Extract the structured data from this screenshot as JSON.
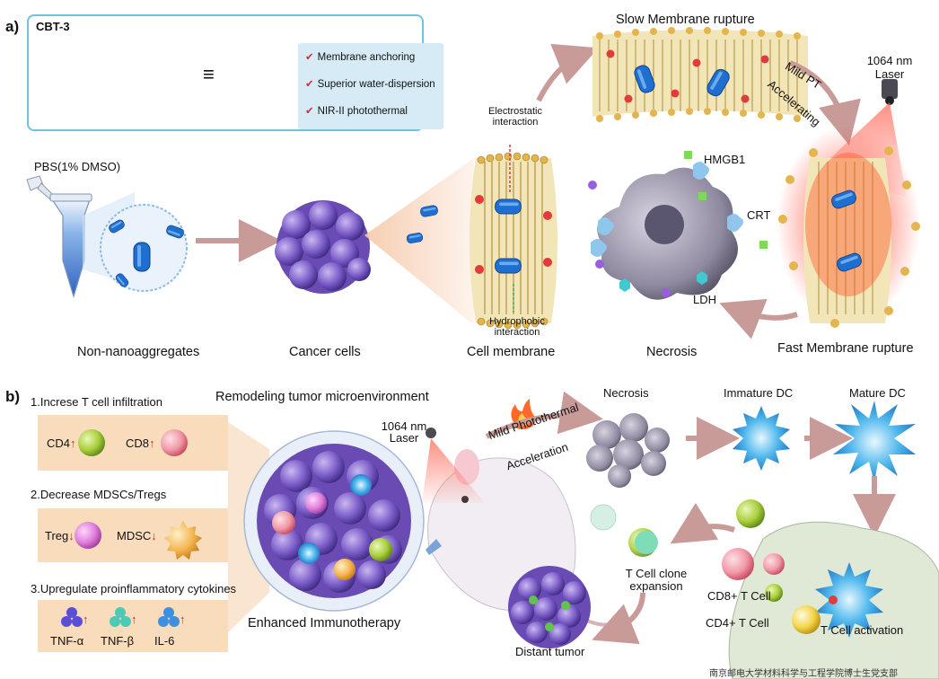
{
  "panel_a": {
    "letter": "a)",
    "molecule_name": "CBT-3",
    "equiv_symbol": "≡",
    "properties": [
      "Membrane anchoring",
      "Superior water-dispersion",
      "NIR-II photothermal"
    ],
    "pbs_label": "PBS(1% DMSO)",
    "electrostatic": "Electrostatic interaction",
    "hydrophobic": "Hydrophobic interaction",
    "slow_rupture": "Slow Membrane rupture",
    "mild_pt": "Mild PT",
    "accelerating": "Accelerating",
    "laser_label": "1064 nm Laser",
    "hmgb1": "HMGB1",
    "crt": "CRT",
    "ldh": "LDH",
    "stage_labels": [
      "Non-nanoaggregates",
      "Cancer cells",
      "Cell membrane",
      "Necrosis",
      "Fast Membrane rupture"
    ]
  },
  "panel_b": {
    "letter": "b)",
    "step1_title": "1.Increse T cell infiltration",
    "cd4": "CD4",
    "cd8": "CD8",
    "step2_title": "2.Decrease MDSCs/Tregs",
    "treg": "Treg",
    "mdsc": "MDSC",
    "step3_title": "3.Upregulate proinflammatory cytokines",
    "tnf_a": "TNF-α",
    "tnf_b": "TNF-β",
    "il6": "IL-6",
    "remodeling": "Remodeling tumor microenvironment",
    "enhanced": "Enhanced Immunotherapy",
    "laser_label": "1064 nm Laser",
    "mild_photothermal": "Mild Photothermal",
    "acceleration": "Acceleration",
    "necrosis": "Necrosis",
    "immature_dc": "Immature DC",
    "mature_dc": "Mature DC",
    "tcell_clone": "T Cell clone expansion",
    "cd8_tcell": "CD8+ T Cell",
    "cd4_tcell": "CD4+ T Cell",
    "tcell_activation": "T Cell activation",
    "distant_tumor": "Distant tumor"
  },
  "watermark": "南京邮电大学材料科学与工程学院博士生党支部"
}
